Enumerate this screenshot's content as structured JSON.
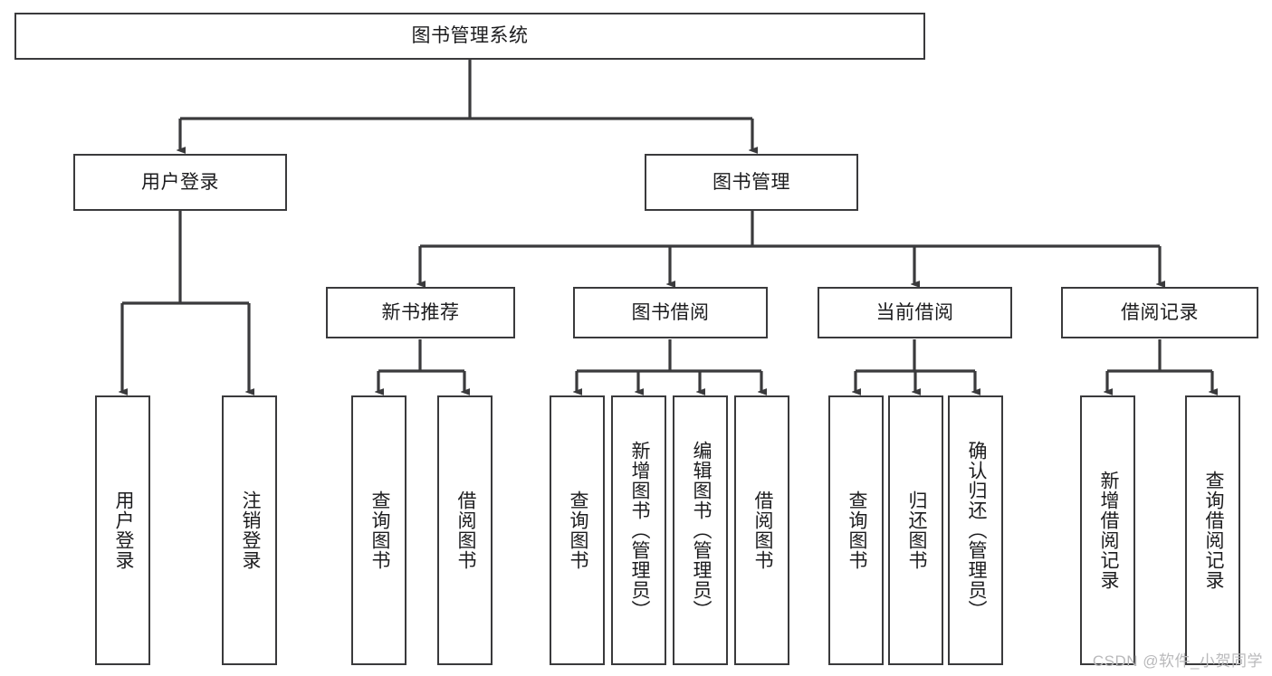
{
  "diagram": {
    "title": "图书管理系统",
    "type": "tree-hierarchy",
    "root": {
      "label": "图书管理系统"
    },
    "level1": [
      {
        "label": "用户登录"
      },
      {
        "label": "图书管理"
      }
    ],
    "level2": [
      {
        "label": "新书推荐"
      },
      {
        "label": "图书借阅"
      },
      {
        "label": "当前借阅"
      },
      {
        "label": "借阅记录"
      }
    ],
    "leaves": {
      "user_login": [
        {
          "label": "用户登录"
        },
        {
          "label": "注销登录"
        }
      ],
      "new_book_recommend": [
        {
          "label": "查询图书"
        },
        {
          "label": "借阅图书"
        }
      ],
      "book_borrow": [
        {
          "label": "查询图书"
        },
        {
          "label": "新增图书（管理员）"
        },
        {
          "label": "编辑图书（管理员）"
        },
        {
          "label": "借阅图书"
        }
      ],
      "current_borrow": [
        {
          "label": "查询图书"
        },
        {
          "label": "归还图书"
        },
        {
          "label": "确认归还（管理员）"
        }
      ],
      "borrow_record": [
        {
          "label": "新增借阅记录"
        },
        {
          "label": "查询借阅记录"
        }
      ]
    }
  },
  "watermark": {
    "text": "CSDN @软件_小贺同学"
  },
  "colors": {
    "line": "#3a3a3c",
    "box_border": "#3a3a3c",
    "background": "#ffffff",
    "text": "#1c1c1e",
    "watermark": "#b9b9bb"
  }
}
